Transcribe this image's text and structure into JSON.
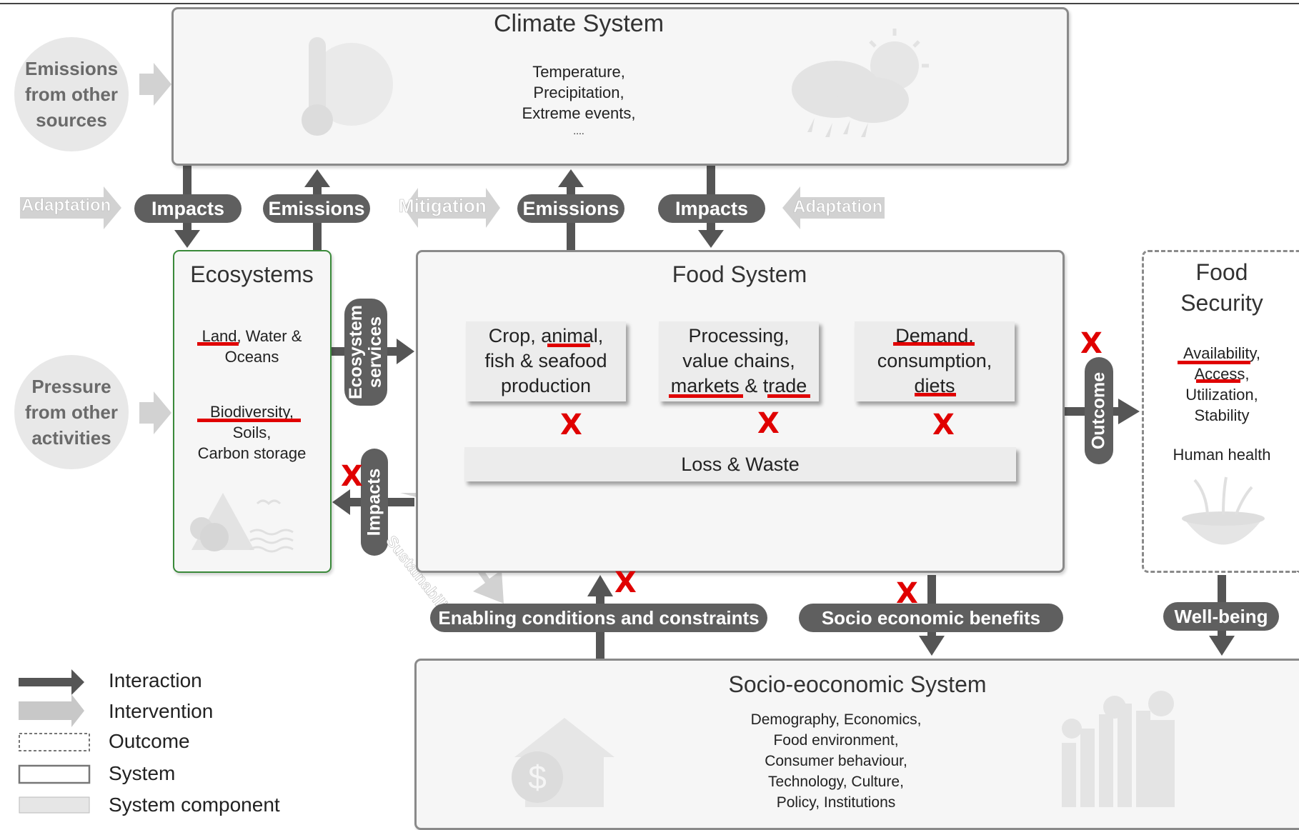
{
  "climate": {
    "title": "Climate System",
    "line1": "Temperature,",
    "line2": "Precipitation,",
    "line3": "Extreme events,",
    "line4": "...."
  },
  "left_circles": {
    "top": "Emissions from other sources",
    "bottom": "Pressure from other activities"
  },
  "flows": {
    "adaptation": "Adaptation",
    "impacts": "Impacts",
    "emissions": "Emissions",
    "mitigation": "Mitigation",
    "ecosystem_services": "Ecosystem services",
    "sustainability": "Sustainability",
    "outcome": "Outcome",
    "enabling": "Enabling conditions and constraints",
    "socio_benefits": "Socio economic benefits",
    "wellbeing": "Well-being"
  },
  "ecosystems": {
    "title": "Ecosystems",
    "land": "Land,",
    "water": " Water &",
    "oceans": "Oceans",
    "biodiversity": "Biodiversity,",
    "soils": "Soils,",
    "carbon": "Carbon storage"
  },
  "food_system": {
    "title": "Food System",
    "crop": {
      "a": "Crop, ",
      "b": "animal",
      "c": ",",
      "line2": "fish & seafood",
      "line3": "production"
    },
    "processing": {
      "line1": "Processing,",
      "line2": "value chains,",
      "markets": "markets",
      "amp": " & ",
      "trade": "trade"
    },
    "demand": {
      "demand": "Demand,",
      "line2": "consumption,",
      "diets": "diets"
    },
    "loss": "Loss & Waste"
  },
  "food_security": {
    "title1": "Food",
    "title2": "Security",
    "availability": "Availability,",
    "access": "Access,",
    "utilization": "Utilization,",
    "stability": "Stability",
    "health": "Human health"
  },
  "socio": {
    "title": "Socio-eoconomic System",
    "line1": "Demography, Economics,",
    "line2": "Food environment,",
    "line3": "Consumer behaviour,",
    "line4": "Technology, Culture,",
    "line5": "Policy, Institutions"
  },
  "marks": {
    "x": "X"
  },
  "legend": {
    "interaction": "Interaction",
    "intervention": "Intervention",
    "outcome": "Outcome",
    "system": "System",
    "component": "System component"
  },
  "colors": {
    "pill": "#5f5f5f",
    "arrow_dark": "#555555",
    "intervention": "#c8c8c8",
    "red": "#e00000",
    "eco_border": "#3a8a3a"
  }
}
